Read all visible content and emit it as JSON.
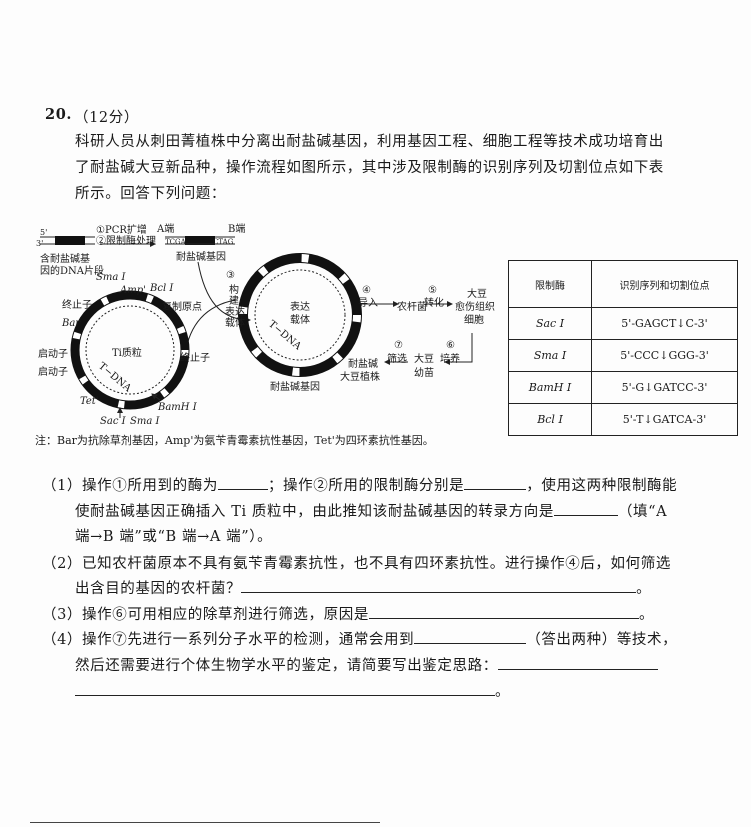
{
  "question": {
    "number": "20.",
    "score": "（12分）",
    "stem_lines": [
      "科研人员从刺田菁植株中分离出耐盐碱基因，利用基因工程、细胞工程等技术成功培育出",
      "了耐盐碱大豆新品种，操作流程如图所示，其中涉及限制酶的识别序列及切割位点如下表",
      "所示。回答下列问题："
    ]
  },
  "diagram": {
    "step12_a": "①PCR扩增",
    "step12_b": "②限制酶处理",
    "a_end": "A端",
    "b_end": "B端",
    "five": "5'",
    "three": "3'",
    "left_seq": "TCGA",
    "right_seq": "CTAG",
    "fragment_label_1": "含耐盐碱基",
    "fragment_label_2": "因的DNA片段",
    "gene_label": "耐盐碱基因",
    "ti_label": "Ti质粒",
    "tdna": "T−DNA",
    "sma_top": "Sma Ⅰ",
    "amp": "Amp'",
    "bcl": "Bcl Ⅰ",
    "ori": "复制原点",
    "terminator": "终止子",
    "bar": "Bar",
    "promoter": "启动子",
    "tet": "Tet'",
    "sac": "Sac Ⅰ",
    "sma_bottom": "Sma Ⅰ",
    "bam": "BamH Ⅰ",
    "step3": "③",
    "step3_text": [
      "构",
      "建",
      "表达",
      "载体"
    ],
    "vector_label_1": "表达",
    "vector_label_2": "载体",
    "vector_gene": "耐盐碱基因",
    "step4": "④",
    "step4_text": "导入",
    "agro": "农杆菌",
    "step5": "⑤",
    "step5_text": "转化",
    "callus": [
      "大豆",
      "愈伤组织",
      "细胞"
    ],
    "step6": "⑥",
    "step6_text": "培养",
    "seedling": [
      "大豆",
      "幼苗"
    ],
    "step7": "⑦",
    "step7_text": "筛选",
    "plant": [
      "耐盐碱",
      "大豆植株"
    ]
  },
  "table": {
    "headers": [
      "限制酶",
      "识别序列和切割位点"
    ],
    "rows": [
      {
        "enzyme": "Sac Ⅰ",
        "site": "5'-GAGCT↓C-3'"
      },
      {
        "enzyme": "Sma Ⅰ",
        "site": "5'-CCC↓GGG-3'"
      },
      {
        "enzyme": "BamH Ⅰ",
        "site": "5'-G↓GATCC-3'"
      },
      {
        "enzyme": "Bcl Ⅰ",
        "site": "5'-T↓GATCA-3'"
      }
    ]
  },
  "note": "注：Bar为抗除草剂基因，Amp'为氨苄青霉素抗性基因，Tet'为四环素抗性基因。",
  "subquestions": {
    "q1_a": "（1）操作①所用到的酶为",
    "q1_b": "；操作②所用的限制酶分别是",
    "q1_c": "，使用这两种限制酶能",
    "q1_line2": "使耐盐碱基因正确插入 Ti 质粒中，由此推知该耐盐碱基因的转录方向是",
    "q1_line2_end": "（填“A",
    "q1_line3": "端→B 端”或“B 端→A 端”）。",
    "q2_line1": "（2）已知农杆菌原本不具有氨苄青霉素抗性，也不具有四环素抗性。进行操作④后，如何筛选",
    "q2_line2": "出含目的基因的农杆菌？",
    "q3": "（3）操作⑥可用相应的除草剂进行筛选，原因是",
    "q4_a": "（4）操作⑦先进行一系列分子水平的检测，通常会用到",
    "q4_b": "（答出两种）等技术，",
    "q4_line2": "然后还需要进行个体生物学水平的鉴定，请简要写出鉴定思路：",
    "period": "。"
  }
}
